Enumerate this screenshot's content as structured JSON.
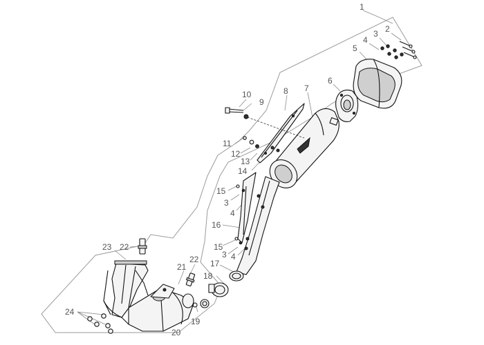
{
  "callouts": [
    {
      "id": "c1",
      "text": "1"
    },
    {
      "id": "c2",
      "text": "2"
    },
    {
      "id": "c3a",
      "text": "3"
    },
    {
      "id": "c4a",
      "text": "4"
    },
    {
      "id": "c5",
      "text": "5"
    },
    {
      "id": "c6",
      "text": "6"
    },
    {
      "id": "c7",
      "text": "7"
    },
    {
      "id": "c8",
      "text": "8"
    },
    {
      "id": "c9",
      "text": "9"
    },
    {
      "id": "c10",
      "text": "10"
    },
    {
      "id": "c11",
      "text": "11"
    },
    {
      "id": "c12",
      "text": "12"
    },
    {
      "id": "c13",
      "text": "13"
    },
    {
      "id": "c14",
      "text": "14"
    },
    {
      "id": "c15a",
      "text": "15"
    },
    {
      "id": "c3b",
      "text": "3"
    },
    {
      "id": "c4b",
      "text": "4"
    },
    {
      "id": "c16",
      "text": "16"
    },
    {
      "id": "c15b",
      "text": "15"
    },
    {
      "id": "c3c",
      "text": "3"
    },
    {
      "id": "c4c",
      "text": "4"
    },
    {
      "id": "c17",
      "text": "17"
    },
    {
      "id": "c18",
      "text": "18"
    },
    {
      "id": "c19",
      "text": "19"
    },
    {
      "id": "c20",
      "text": "20"
    },
    {
      "id": "c21",
      "text": "21"
    },
    {
      "id": "c22a",
      "text": "22"
    },
    {
      "id": "c22b",
      "text": "22"
    },
    {
      "id": "c23",
      "text": "23"
    },
    {
      "id": "c24",
      "text": "24"
    }
  ]
}
